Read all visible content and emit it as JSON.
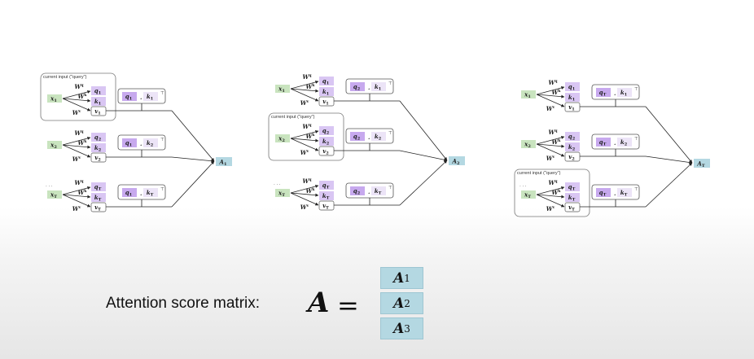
{
  "diagrams": [
    {
      "query_index": 0,
      "rows": [
        {
          "x": "x",
          "xsub": "1",
          "q": "q",
          "qsub": "1",
          "k": "k",
          "ksub": "1",
          "v": "v",
          "vsub": "1",
          "dot_q": "q",
          "dot_qsub": "1",
          "dot_k": "k",
          "dot_ksub": "1"
        },
        {
          "x": "x",
          "xsub": "2",
          "q": "q",
          "qsub": "2",
          "k": "k",
          "ksub": "2",
          "v": "v",
          "vsub": "2",
          "dot_q": "q",
          "dot_qsub": "1",
          "dot_k": "k",
          "dot_ksub": "2"
        },
        {
          "x": "x",
          "xsub": "T",
          "q": "q",
          "qsub": "T",
          "k": "k",
          "ksub": "T",
          "v": "v",
          "vsub": "T",
          "dot_q": "q",
          "dot_qsub": "1",
          "dot_k": "k",
          "dot_ksub": "T"
        }
      ],
      "output": "A",
      "output_sub": "1"
    },
    {
      "query_index": 1,
      "rows": [
        {
          "x": "x",
          "xsub": "1",
          "q": "q",
          "qsub": "1",
          "k": "k",
          "ksub": "1",
          "v": "v",
          "vsub": "1",
          "dot_q": "q",
          "dot_qsub": "2",
          "dot_k": "k",
          "dot_ksub": "1"
        },
        {
          "x": "x",
          "xsub": "2",
          "q": "q",
          "qsub": "2",
          "k": "k",
          "ksub": "2",
          "v": "v",
          "vsub": "2",
          "dot_q": "q",
          "dot_qsub": "2",
          "dot_k": "k",
          "dot_ksub": "2"
        },
        {
          "x": "x",
          "xsub": "T",
          "q": "q",
          "qsub": "T",
          "k": "k",
          "ksub": "T",
          "v": "v",
          "vsub": "T",
          "dot_q": "q",
          "dot_qsub": "2",
          "dot_k": "k",
          "dot_ksub": "T"
        }
      ],
      "output": "A",
      "output_sub": "2"
    },
    {
      "query_index": 2,
      "rows": [
        {
          "x": "x",
          "xsub": "1",
          "q": "q",
          "qsub": "1",
          "k": "k",
          "ksub": "1",
          "v": "v",
          "vsub": "1",
          "dot_q": "q",
          "dot_qsub": "T",
          "dot_k": "k",
          "dot_ksub": "1"
        },
        {
          "x": "x",
          "xsub": "2",
          "q": "q",
          "qsub": "2",
          "k": "k",
          "ksub": "2",
          "v": "v",
          "vsub": "2",
          "dot_q": "q",
          "dot_qsub": "T",
          "dot_k": "k",
          "dot_ksub": "2"
        },
        {
          "x": "x",
          "xsub": "T",
          "q": "q",
          "qsub": "T",
          "k": "k",
          "ksub": "T",
          "v": "v",
          "vsub": "T",
          "dot_q": "q",
          "dot_qsub": "T",
          "dot_k": "k",
          "dot_ksub": "T"
        }
      ],
      "output": "A",
      "output_sub": "T"
    }
  ],
  "labels": {
    "current_input": "current input (\"query\")",
    "ellipsis": "· · ·",
    "dot": ".",
    "transpose": "⊤",
    "wq": "W",
    "wq_sup": "q",
    "wk": "W",
    "wk_sup": "k",
    "wv": "W",
    "wv_sup": "v"
  },
  "bottom": {
    "label": "Attention score matrix:",
    "symbol": "A",
    "equals": "=",
    "matrix": [
      {
        "base": "A",
        "sub": "1"
      },
      {
        "base": "A",
        "sub": "2"
      },
      {
        "base": "A",
        "sub": "3"
      }
    ]
  },
  "colors": {
    "x_box": "#c9e4bf",
    "qk_box": "#d9c6f3",
    "q_dot_box": "#c7a9ee",
    "output_box": "#b4d8e2",
    "box_border": "#555555"
  }
}
